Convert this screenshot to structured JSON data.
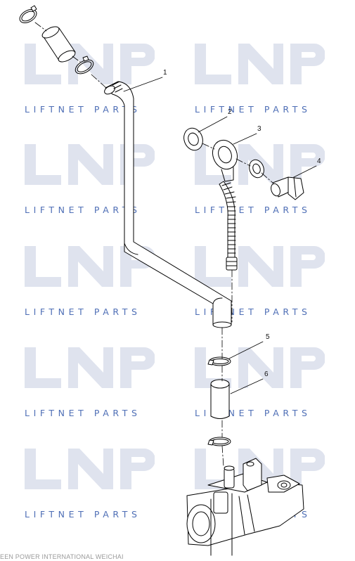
{
  "watermark": {
    "logo_text": "LNP",
    "text": "LIFTNET PARTS",
    "color": "#4f6fb6"
  },
  "callouts": [
    "1",
    "2",
    "3",
    "4",
    "5",
    "6"
  ],
  "footer_text": "EEN POWER INTERNATIONAL WEICHAI"
}
